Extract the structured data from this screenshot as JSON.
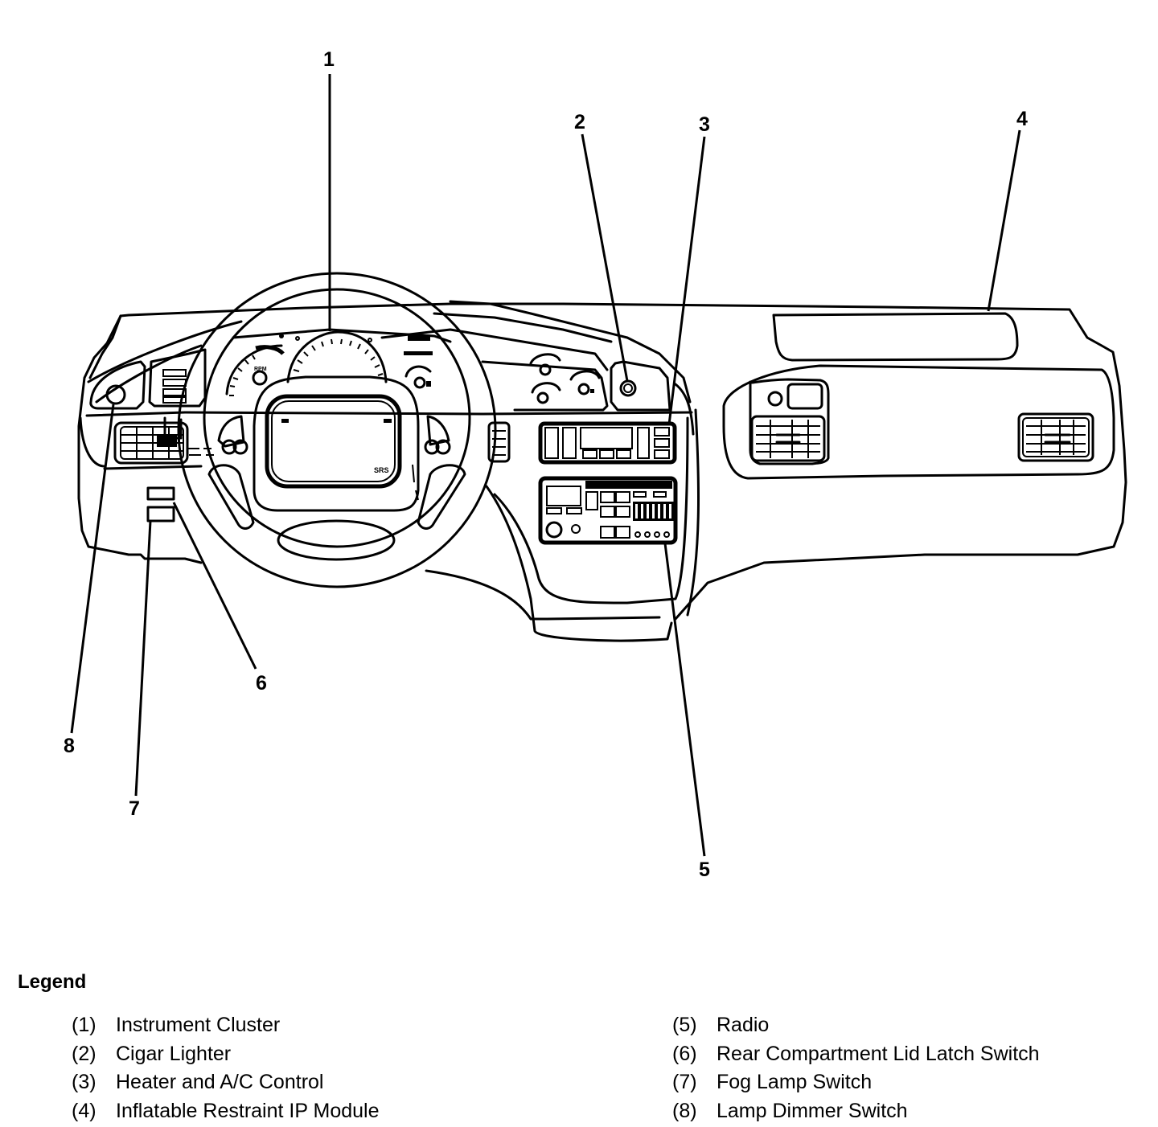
{
  "figure": {
    "type": "instrument panel component locator",
    "callouts": [
      {
        "number": "1",
        "target": "Instrument Cluster"
      },
      {
        "number": "2",
        "target": "Cigar Lighter"
      },
      {
        "number": "3",
        "target": "Heater and A/C Control"
      },
      {
        "number": "4",
        "target": "Inflatable Restraint IP Module"
      },
      {
        "number": "5",
        "target": "Radio"
      },
      {
        "number": "6",
        "target": "Rear Compartment Lid Latch Switch"
      },
      {
        "number": "7",
        "target": "Fog Lamp Switch"
      },
      {
        "number": "8",
        "target": "Lamp Dimmer Switch"
      }
    ],
    "steering_wheel_label": "SRS"
  },
  "legend": {
    "title": "Legend",
    "items": [
      {
        "num": "(1)",
        "label": "Instrument Cluster"
      },
      {
        "num": "(2)",
        "label": "Cigar Lighter"
      },
      {
        "num": "(3)",
        "label": "Heater and A/C Control"
      },
      {
        "num": "(4)",
        "label": "Inflatable Restraint IP Module"
      },
      {
        "num": "(5)",
        "label": "Radio"
      },
      {
        "num": "(6)",
        "label": "Rear Compartment Lid Latch Switch"
      },
      {
        "num": "(7)",
        "label": "Fog Lamp Switch"
      },
      {
        "num": "(8)",
        "label": "Lamp Dimmer Switch"
      }
    ]
  }
}
